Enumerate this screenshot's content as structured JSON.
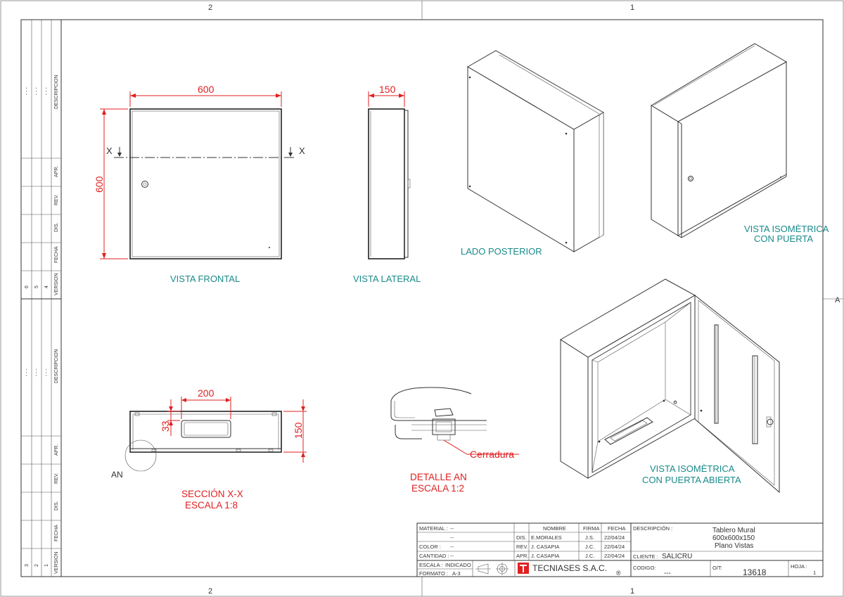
{
  "border": {
    "zone_top_left": "2",
    "zone_top_right": "1",
    "zone_bottom_left": "2",
    "zone_bottom_right": "1",
    "zone_right": "A"
  },
  "revision_strip": {
    "upper": {
      "descripcion": "DESCRIPCION",
      "apr": "APR.",
      "rev": "REV.",
      "dis": "DIS.",
      "fecha": "FECHA",
      "version": "VERSION",
      "versions": [
        "6",
        "5",
        "4"
      ],
      "dashes": "-    -    -"
    },
    "lower": {
      "descripcion": "DESCRIPCION",
      "apr": "APR.",
      "rev": "REV.",
      "dis": "DIS.",
      "fecha": "FECHA",
      "version": "VERSION",
      "versions": [
        "3",
        "2",
        "1"
      ],
      "dashes": "-    -    -"
    }
  },
  "views": {
    "front": {
      "label": "VISTA FRONTAL",
      "width_dim": "600",
      "height_dim": "600",
      "section_mark": "X"
    },
    "side": {
      "label": "VISTA LATERAL",
      "depth_dim": "150"
    },
    "rear": {
      "label": "LADO POSTERIOR"
    },
    "iso_door": {
      "label_line1": "VISTA ISOMÈTRICA",
      "label_line2": "CON PUERTA"
    },
    "iso_open": {
      "label_line1": "VISTA ISOMÈTRICA",
      "label_line2": "CON PUERTA ABIERTA"
    },
    "section": {
      "label_line1": "SECCIÓN X-X",
      "label_line2": "ESCALA 1:8",
      "dim_width": "200",
      "dim_height": "33",
      "dim_depth": "150",
      "detail_mark": "AN"
    },
    "detail": {
      "label_line1": "DETALLE AN",
      "label_line2": "ESCALA 1:2",
      "callout": "Cerradura"
    }
  },
  "title_block": {
    "material_label": "MATERIAL :",
    "material_value": "--",
    "material_value2": "--",
    "color_label": "COLOR   :",
    "color_value": "--",
    "cantidad_label": "CANTIDAD :",
    "cantidad_value": "--",
    "escala_label": "ESCALA :",
    "escala_value": "INDICADO",
    "formato_label": "FORMATO :",
    "formato_value": "A-3",
    "col_nombre": "NOMBRE",
    "col_firma": "FIRMA",
    "col_fecha": "FECHA",
    "rows": [
      {
        "role": "DIS.",
        "name": "E.MORALES",
        "sign": "J.S.",
        "date": "22/04/24"
      },
      {
        "role": "REV.",
        "name": "J. CASAPIA",
        "sign": "J.C.",
        "date": "22/04/24"
      },
      {
        "role": "APR.",
        "name": "J. CASAPIA",
        "sign": "J.C.",
        "date": "22/04/24"
      }
    ],
    "company": "TECNIASES S.A.C.",
    "registered": "®",
    "descripcion_label": "DESCRIPCIÓN :",
    "desc_line1": "Tablero Mural",
    "desc_line2": "600x600x150",
    "desc_line3": "Plano Vistas",
    "cliente_label": "CLIENTE :",
    "cliente_value": "SALICRU",
    "codigo_label": "CODIGO:",
    "codigo_value": "---",
    "ot_label": "O/T:",
    "ot_value": "13618",
    "hoja_label": "HOJA :",
    "hoja_value": "1"
  }
}
